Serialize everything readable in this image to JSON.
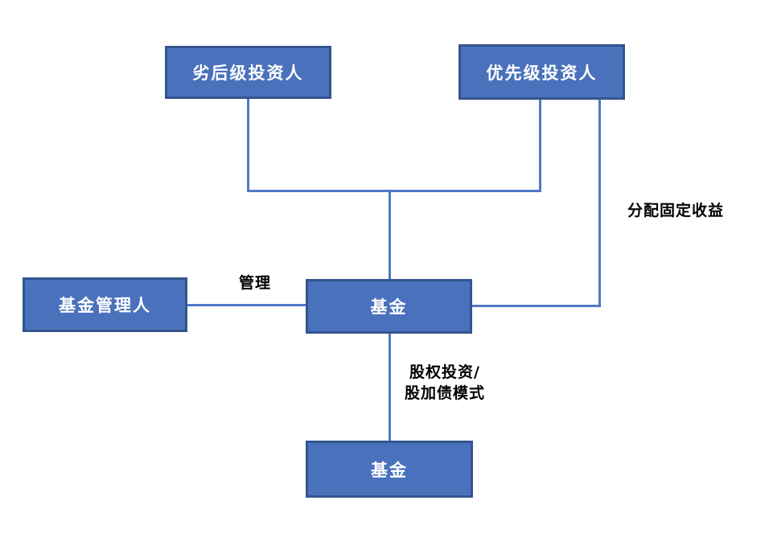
{
  "diagram": {
    "title": "fund-structure-flowchart",
    "nodes": [
      {
        "id": "junior-investor",
        "label": "劣后级投资人"
      },
      {
        "id": "senior-investor",
        "label": "优先级投资人"
      },
      {
        "id": "fund-manager",
        "label": "基金管理人"
      },
      {
        "id": "fund-mid",
        "label": "基金"
      },
      {
        "id": "fund-bottom",
        "label": "基金"
      }
    ],
    "edge_labels": {
      "manage": "管理",
      "fixed_income": "分配固定收益",
      "equity_line1": "股权投资/",
      "equity_line2": "股加债模式"
    },
    "edges": [
      {
        "from": "junior-investor",
        "to": "fund-mid",
        "label": ""
      },
      {
        "from": "senior-investor",
        "to": "fund-mid",
        "label": ""
      },
      {
        "from": "fund-manager",
        "to": "fund-mid",
        "label": "管理"
      },
      {
        "from": "senior-investor",
        "to": "fund-mid",
        "label": "分配固定收益"
      },
      {
        "from": "fund-mid",
        "to": "fund-bottom",
        "label": "股权投资/股加债模式"
      }
    ]
  },
  "colors": {
    "box_fill": "#4A72BC",
    "box_border": "#35548F",
    "line": "#5079C8",
    "box_text": "#ffffff",
    "label_text": "#000000",
    "canvas_bg": "#ffffff"
  }
}
